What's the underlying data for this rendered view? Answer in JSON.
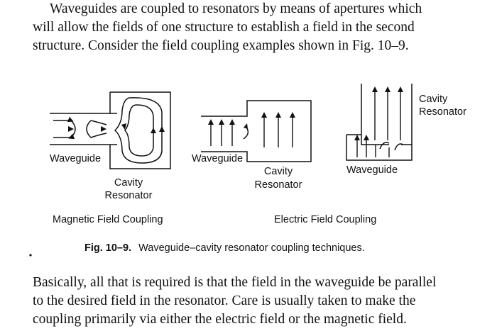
{
  "text_top": [
    "Waveguides are coupled to resonators by means of apertures which",
    "will allow the fields of one structure to establish a field in the second",
    "structure. Consider the field coupling examples shown in Fig. 10–9."
  ],
  "figure": {
    "magnetic": {
      "waveguide_label": "Waveguide",
      "cavity_label_1": "Cavity",
      "cavity_label_2": "Resonator",
      "caption": "Magnetic Field Coupling"
    },
    "electric_side": {
      "waveguide_label": "Waveguide",
      "cavity_label_1": "Cavity",
      "cavity_label_2": "Resonator"
    },
    "electric_bottom": {
      "waveguide_label": "Waveguide",
      "cavity_label_1": "Cavity",
      "cavity_label_2": "Resonator"
    },
    "electric_caption": "Electric Field Coupling",
    "caption_number": "Fig. 10–9.",
    "caption_text": "Waveguide–cavity resonator coupling techniques."
  },
  "text_bottom": [
    "Basically, all that is required is that the field in the waveguide be parallel",
    "to the desired field in the resonator. Care is usually taken to make the",
    "coupling primarily via either the electric field or the magnetic field."
  ]
}
